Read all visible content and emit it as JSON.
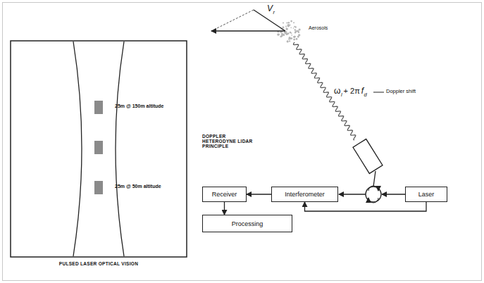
{
  "diagram": {
    "caption": "PULSED LASER OPTICAL VISION",
    "nodes": [
      {
        "text": [
          "Receiver"
        ]
      },
      {
        "text": [
          "Interferometer"
        ]
      },
      {
        "text": [
          "Laser"
        ]
      },
      {
        "text": [
          "Processing"
        ]
      }
    ],
    "edges": [
      {
        "from": 1,
        "to": 0,
        "arrow": "to"
      },
      {
        "from": 0,
        "to": 3,
        "arrow": "to"
      },
      {
        "from": 2,
        "to": 1,
        "arrow": "to"
      }
    ],
    "labels": [
      "25m @ 150m altitude",
      "25m @ 50m altitude",
      "DOPPLER HETERODYNE LIDAR PRINCIPLE",
      "V",
      "r",
      "Aerosols",
      "ω",
      "l",
      "+ 2π",
      "f",
      "d",
      "Doppler shift"
    ]
  }
}
